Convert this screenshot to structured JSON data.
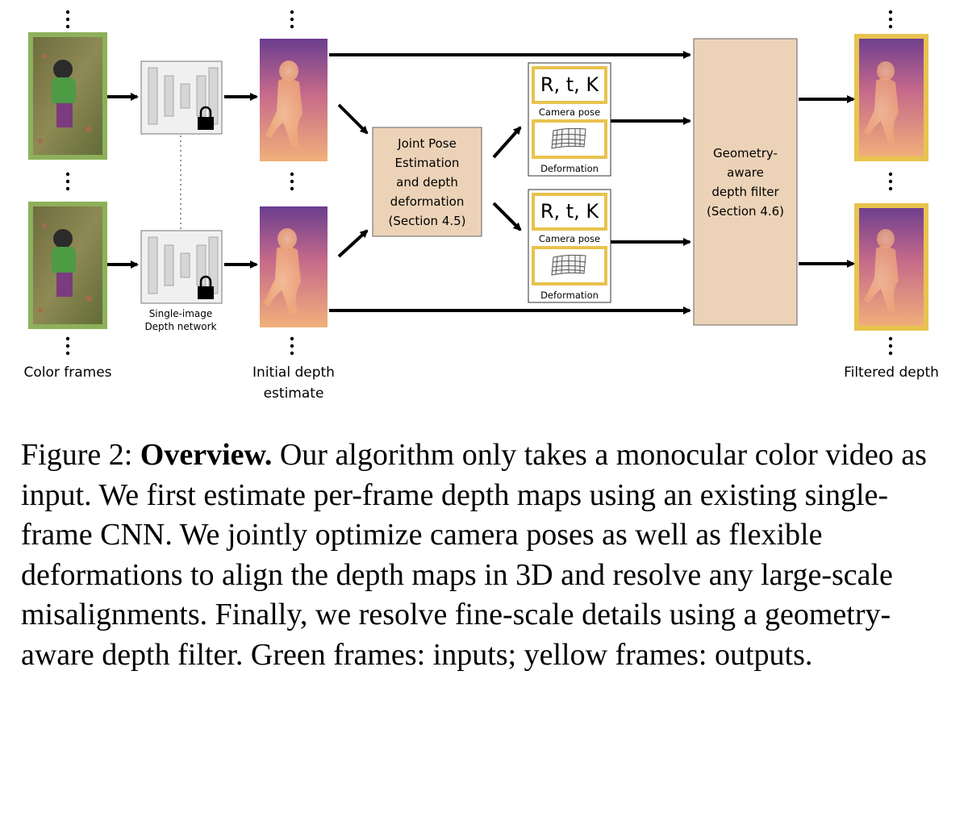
{
  "diagram": {
    "labels": {
      "color_frames": "Color frames",
      "single_image_network_line1": "Single-image",
      "single_image_network_line2": "Depth network",
      "initial_depth_line1": "Initial depth",
      "initial_depth_line2": "estimate",
      "filtered_depth": "Filtered depth"
    },
    "joint_box": {
      "lines": [
        "Joint Pose",
        "Estimation",
        "and depth",
        "deformation",
        "(Section 4.5)"
      ]
    },
    "filter_box": {
      "lines": [
        "Geometry-",
        "aware",
        "depth filter",
        "(Section 4.6)"
      ]
    },
    "pose_card_top": {
      "params": "R, t, K",
      "pose_label": "Camera pose",
      "deform_label": "Deformation"
    },
    "pose_card_bottom": {
      "params": "R, t, K",
      "pose_label": "Camera pose",
      "deform_label": "Deformation"
    },
    "colors": {
      "input_frame": "#8db05a",
      "output_frame": "#e8c34e",
      "process_box": "#ecd3b8",
      "arrow": "#000000"
    }
  },
  "caption": {
    "figure_label": "Figure 2:",
    "title": "Overview.",
    "text": "Our algorithm only takes a monocular color video as input. We first estimate per-frame depth maps using an existing single-frame CNN. We jointly optimize camera poses as well as flexible deformations to align the depth maps in 3D and resolve any large-scale misalignments. Finally, we resolve fine-scale details using a geometry-aware depth filter. Green frames: inputs; yellow frames: outputs."
  }
}
